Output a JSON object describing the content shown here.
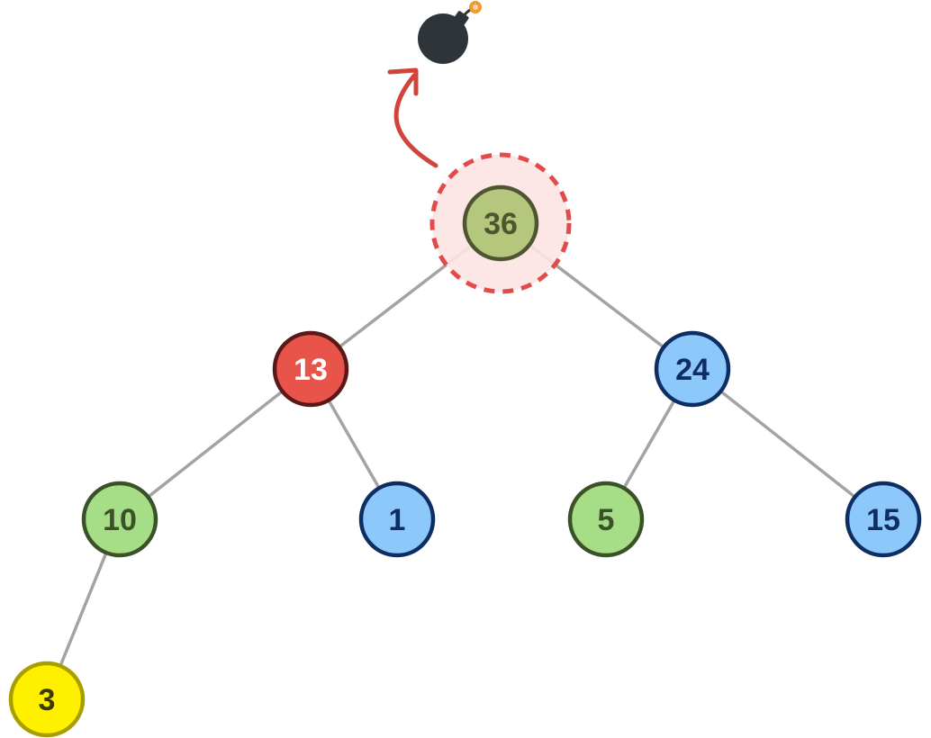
{
  "tree": {
    "nodes": [
      {
        "id": "n36",
        "label": "36",
        "fill": "#b5c77d",
        "stroke": "#4e5530",
        "text": "#4e5530",
        "highlighted": true
      },
      {
        "id": "n13",
        "label": "13",
        "fill": "#e8534a",
        "stroke": "#5a1818",
        "text": "#ffffff"
      },
      {
        "id": "n24",
        "label": "24",
        "fill": "#8dc8fa",
        "stroke": "#0e2e63",
        "text": "#0e2e63"
      },
      {
        "id": "n10",
        "label": "10",
        "fill": "#a6dd87",
        "stroke": "#3b5228",
        "text": "#3b5228"
      },
      {
        "id": "n1",
        "label": "1",
        "fill": "#8dc8fa",
        "stroke": "#0e2e63",
        "text": "#0e2e63"
      },
      {
        "id": "n5",
        "label": "5",
        "fill": "#a6dd87",
        "stroke": "#3b5228",
        "text": "#3b5228"
      },
      {
        "id": "n15",
        "label": "15",
        "fill": "#8dc8fa",
        "stroke": "#0e2e63",
        "text": "#0e2e63"
      },
      {
        "id": "n3",
        "label": "3",
        "fill": "#fff000",
        "stroke": "#a89e00",
        "text": "#3d3a00"
      }
    ],
    "edges": [
      {
        "from": "n36",
        "to": "n13"
      },
      {
        "from": "n36",
        "to": "n24"
      },
      {
        "from": "n13",
        "to": "n10"
      },
      {
        "from": "n13",
        "to": "n1"
      },
      {
        "from": "n24",
        "to": "n5"
      },
      {
        "from": "n24",
        "to": "n15"
      },
      {
        "from": "n10",
        "to": "n3"
      }
    ]
  },
  "colors": {
    "edge": "#a3a3a3",
    "highlight_fill": "#fde3e3",
    "highlight_ring": "#e24b4b",
    "arrow": "#d0443b",
    "bomb_body": "#2f3439",
    "bomb_spark": "#f49a2d"
  },
  "icons": {
    "removed": "bomb-icon"
  }
}
